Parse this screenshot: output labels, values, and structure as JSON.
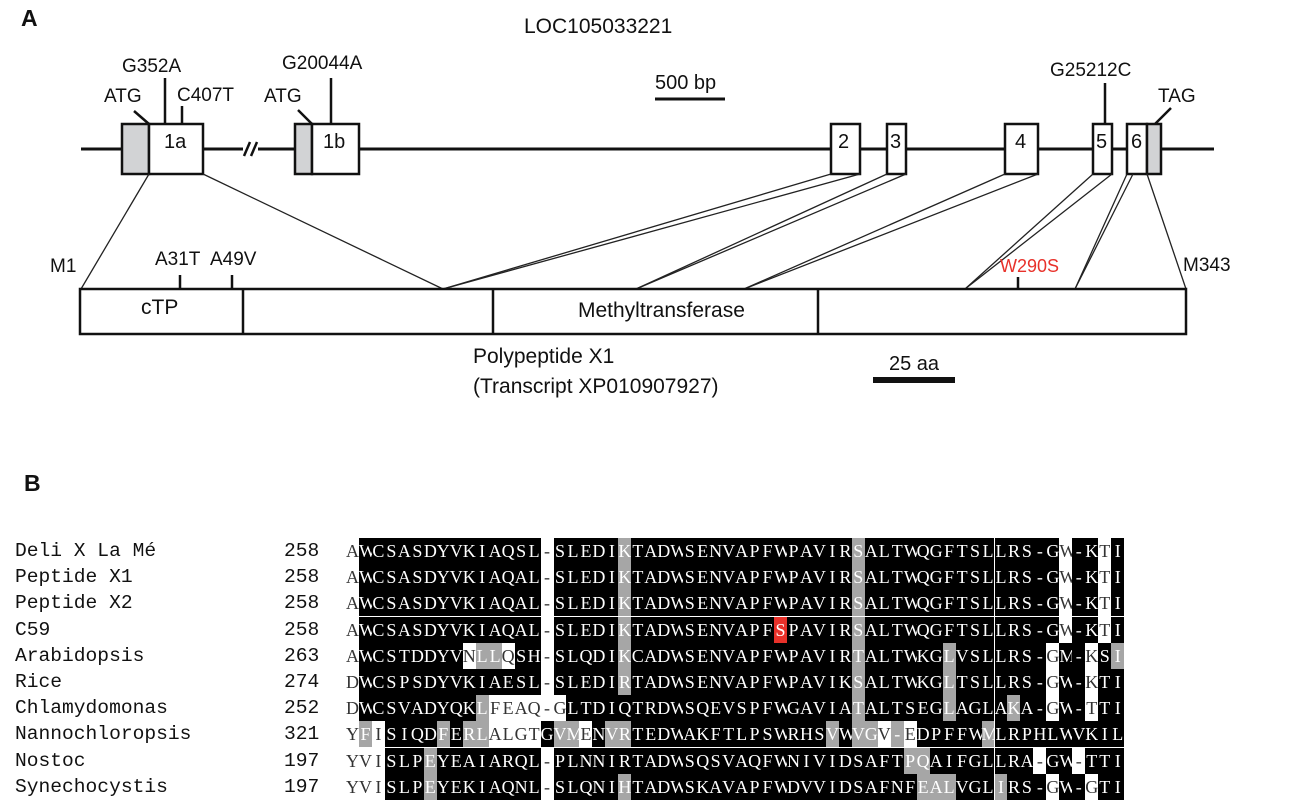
{
  "panel_a": {
    "label": "A",
    "gene_name": "LOC105033221",
    "scale_bp": "500 bp",
    "scale_aa": "25 aa",
    "exons": [
      "1a",
      "1b",
      "2",
      "3",
      "4",
      "5",
      "6"
    ],
    "gene_markers": [
      "G352A",
      "C407T",
      "ATG",
      "ATG",
      "G20044A",
      "G25212C",
      "TAG"
    ],
    "protein_start": "M1",
    "protein_end": "M343",
    "protein_mutations": [
      "A31T",
      "A49V",
      "W290S"
    ],
    "domains": [
      "cTP",
      "Methyltransferase"
    ],
    "caption_line1": "Polypeptide X1",
    "caption_line2": "(Transcript XP010907927)"
  },
  "panel_b": {
    "label": "B",
    "rows": [
      {
        "name": "Deli X La Mé",
        "start": "258",
        "seq": "AWCSASDYVKIAQSL-SLEDIKTADWSENVAPFWPAVIRSALTWQGFTSLLRS-GW-KTI",
        "mask": "-bbbbbbbbbbbbbb-bbbbbgbbbbbbbbbbbbbbbbbgbbbbbbbbbbbbbbb-bb-bbb"
      },
      {
        "name": "Peptide X1",
        "start": "258",
        "seq": "AWCSASDYVKIAQAL-SLEDIKTADWSENVAPFWPAVIRSALTWQGFTSLLRS-GW-KTI",
        "mask": "-bbbbbbbbbbbbbb-bbbbbgbbbbbbbbbbbbbbbbbgbbbbbbbbbbbbbbb-bb-bbb"
      },
      {
        "name": "Peptide X2",
        "start": "258",
        "seq": "AWCSASDYVKIAQAL-SLEDIKTADWSENVAPFWPAVIRSALTWQGFTSLLRS-GW-KTI",
        "mask": "-bbbbbbbbbbbbbb-bbbbbgbbbbbbbbbbbbbbbbbgbbbbbbbbbbbbbbb-bb-bbb"
      },
      {
        "name": "C59",
        "start": "258",
        "seq": "AWCSASDYVKIAQAL-SLEDIKTADWSENVAPFSPAVIRSALTWQGFTSLLRS-GW-KTI",
        "mask": "-bbbbbbbbbbbbbb-bbbbbgbbbbbbbbbbbrbbbbbgbbbbbbbbbbbbbbb-bb-bbb"
      },
      {
        "name": "Arabidopsis",
        "start": "263",
        "seq": "AWCSTDDYVNLLQSH-SLQDIKCADWSENVAPFWPAVIRTALTWKGLVSLLRS-GM-KSI",
        "mask": "-bbbbbbbb-gg-bb-bbbbbgbbbbbbbbbbbbbbbbbgbbbbbbgbbbbbbb-bb-bgb"
      },
      {
        "name": "Rice",
        "start": "274",
        "seq": "DWCSPSDYVKIAESL-SLEDIRTADWSENVAPFWPAVIKSALTWKGLTSLLRS-GW-KTI",
        "mask": "-bbbbbbbbbbbbbb-bbbbbgbbbbbbbbbbbbbbbbbgbbbbbbgbbbbbbb-bb-bbb"
      },
      {
        "name": "Chlamydomonas",
        "start": "252",
        "seq": "DWCSVADYQKLFEAQ-GLTDIQTRDWSQEVSPFWGAVIATALTSEGLAGLAKA-GW-TTI",
        "mask": "-bbbbbbbbbg------bbbbbbbbbbbbbbbbbbbbbbgbbbbbbgbbbbgbb-bb-bbb"
      },
      {
        "name": "Nannochloropsis",
        "start": "321",
        "seq": "YFISIQDFERLALGTGVMENVRTEDWAKFTLPSWRHSVWVGV-EDPFFWMLRPHLWVKIL",
        "mask": "-g-bbbbgbgg----bgg-bggbbbbbbbbbbbbbbbgbgg-g-bbbbbgbbbbbbbbbbgb"
      },
      {
        "name": "Nostoc",
        "start": "197",
        "seq": "YVISLPEYEAIARQL-PLNNIRTADWSQSVAQFWNIVIDSAFTPQAIFGLLRA-GW-TTI",
        "mask": "---bbbgbbbbbbbb-bbbbbbbbbbbbbbbbbbbbbbbbbbbggbbbbbbbb-bb-bbb"
      },
      {
        "name": "Synechocystis",
        "start": "197",
        "seq": "YVISLPEYEKIAQNL-SLQNIHTADWSKAVAPFWDVVIDSAFNFEALVGLIRS-GW-GTI",
        "mask": "---bbbgbbbbbbbb-bbbbbgbbbbbbbbbbbbbbbbbbbbbbgggbbbgbbb-bb-bbb"
      }
    ]
  },
  "colors": {
    "ink": "#111111",
    "utr": "#d2d3d5",
    "highlight": "#e8312a",
    "conserved": "#000000",
    "similar": "#a6a6a6"
  }
}
